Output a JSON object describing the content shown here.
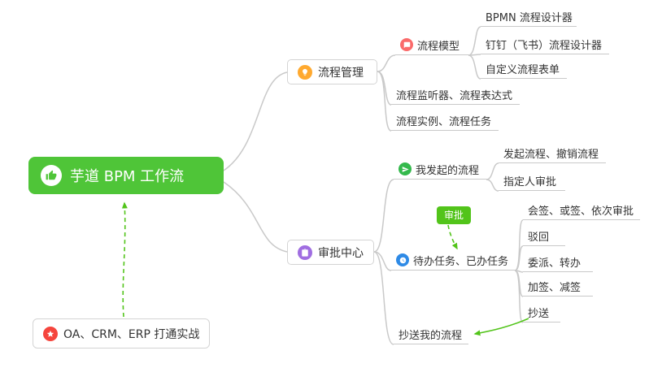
{
  "root": {
    "label": "芋道 BPM 工作流",
    "icon": "thumbs-up-icon"
  },
  "note": {
    "label": "OA、CRM、ERP 打通实战",
    "icon": "star-icon"
  },
  "branches": {
    "process_management": {
      "label": "流程管理",
      "icon": "lightbulb-icon"
    },
    "approval_center": {
      "label": "审批中心",
      "icon": "clipboard-icon"
    }
  },
  "process_management_children": {
    "process_model": {
      "label": "流程模型",
      "icon": "chat-bubble-icon"
    },
    "bpmn_designer": {
      "label": "BPMN 流程设计器"
    },
    "dingtalk_feishu_designer": {
      "label": "钉钉（飞书）流程设计器"
    },
    "custom_form": {
      "label": "自定义流程表单"
    },
    "listener_expression": {
      "label": "流程监听器、流程表达式"
    },
    "instance_task": {
      "label": "流程实例、流程任务"
    }
  },
  "approval_center_children": {
    "my_initiated": {
      "label": "我发起的流程",
      "icon": "send-icon"
    },
    "initiate_revoke": {
      "label": "发起流程、撤销流程"
    },
    "assigned_approver": {
      "label": "指定人审批"
    },
    "todo_done_tasks": {
      "label": "待办任务、已办任务",
      "icon": "clock-icon"
    },
    "countersign_or_sequential": {
      "label": "会签、或签、依次审批"
    },
    "reject": {
      "label": "驳回"
    },
    "delegate_transfer": {
      "label": "委派、转办"
    },
    "add_reduce_sign": {
      "label": "加签、减签"
    },
    "carbon_copy": {
      "label": "抄送"
    },
    "cc_my_process": {
      "label": "抄送我的流程"
    }
  },
  "annotations": {
    "approval_badge": "审批"
  },
  "colors": {
    "root_green": "#4FC538",
    "arrow_green": "#52C41A",
    "connector_gray": "#C9C9C9",
    "icon_orange": "#FFA92F",
    "icon_purple": "#A06EE1",
    "icon_pink": "#FA6A6A",
    "icon_green": "#34B94C",
    "icon_blue": "#2E8AE6",
    "icon_red": "#F5453D"
  }
}
